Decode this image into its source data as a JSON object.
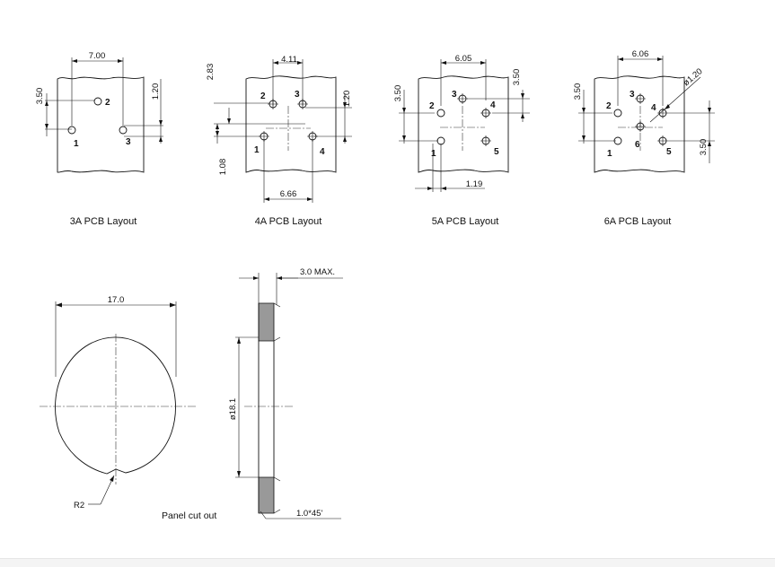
{
  "layouts": [
    {
      "caption": "3A PCB Layout",
      "dims": [
        "7.00",
        "3.50",
        "1.20"
      ],
      "pins": [
        "2",
        "1",
        "3"
      ]
    },
    {
      "caption": "4A PCB Layout",
      "dims": [
        "4.11",
        "2.83",
        "1.20",
        "1.08",
        "6.66"
      ],
      "pins": [
        "2",
        "3",
        "1",
        "4"
      ]
    },
    {
      "caption": "5A PCB Layout",
      "dims": [
        "6.05",
        "3.50",
        "3.50",
        "1.19"
      ],
      "pins": [
        "2",
        "3",
        "4",
        "1",
        "5"
      ]
    },
    {
      "caption": "6A PCB Layout",
      "dims": [
        "6.06",
        "3.50",
        "ø1.20",
        "3.50"
      ],
      "pins": [
        "2",
        "3",
        "4",
        "1",
        "6",
        "5"
      ]
    }
  ],
  "panel": {
    "caption": "Panel cut out",
    "width": "17.0",
    "radius": "R2",
    "thickness": "3.0  MAX.",
    "diameter": "ø18.1",
    "chamfer": "1.0*45'"
  }
}
